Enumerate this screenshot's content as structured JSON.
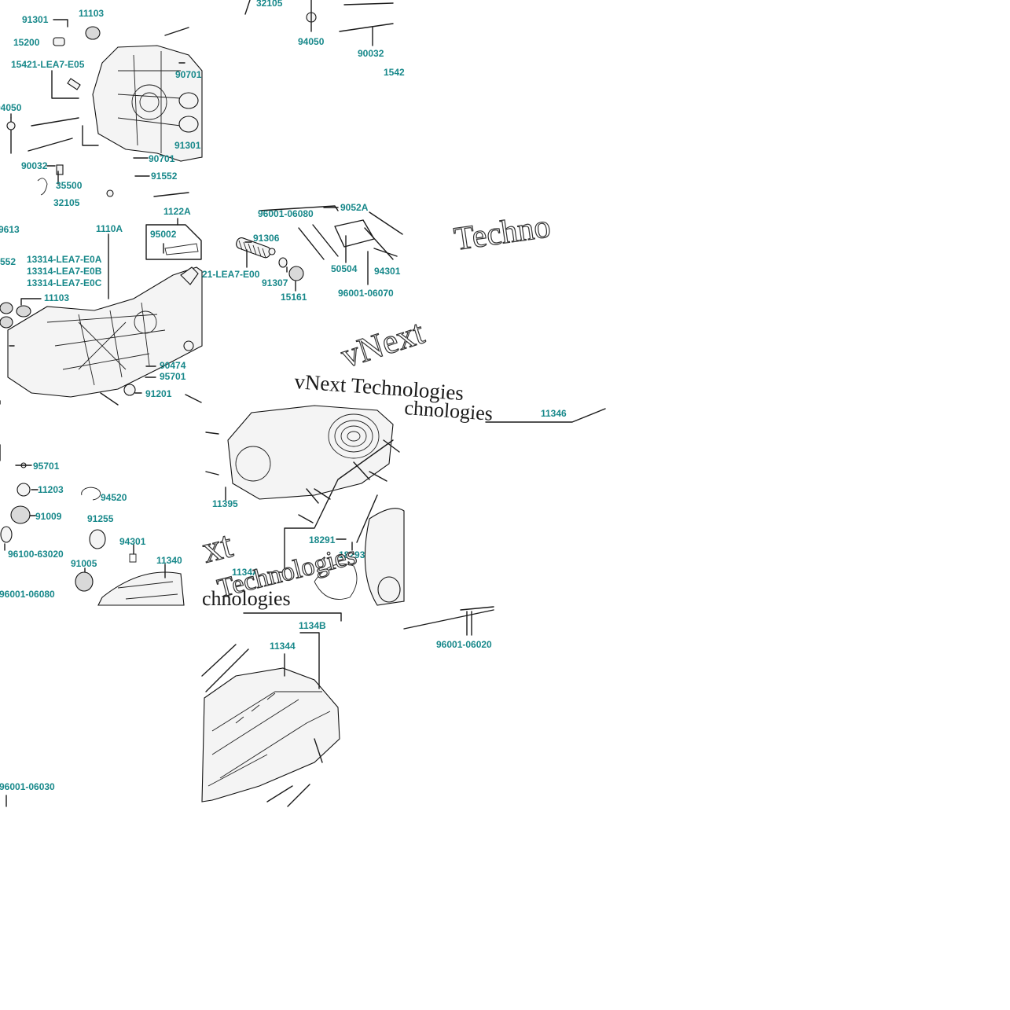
{
  "labels": {
    "t1": [
      "91301",
      "11103",
      "15200",
      "15421-LEA7-E05",
      "94050",
      "90032",
      "35500",
      "90701",
      "91301",
      "90701",
      "91552",
      "32105"
    ],
    "t2": [
      "32105",
      "94050",
      "90032",
      "1542"
    ],
    "t4": [
      "9613",
      "1110A",
      "1122A",
      "95002",
      "552",
      "13314-LEA7-E0A",
      "13314-LEA7-E0B",
      "13314-LEA7-E0C",
      "11103",
      "90474",
      "95701",
      "91201"
    ],
    "t5": [
      "96001-06080",
      "9052A",
      "91306",
      "21-LEA7-E00",
      "91307",
      "15161",
      "50504",
      "94301",
      "96001-06070"
    ],
    "t7": [
      "95701",
      "11203",
      "94520",
      "91009",
      "91255",
      "96100-63020",
      "94301",
      "91005",
      "11340",
      "96001-06080"
    ],
    "t8": [
      "11395",
      "18291",
      "18293",
      "1134A"
    ],
    "t9": [
      "11346"
    ],
    "t10": [
      "96001-06030"
    ],
    "t11": [
      "1134B",
      "11344"
    ],
    "t12": [
      "96001-06020"
    ]
  },
  "watermark": {
    "line1": "vNext Technologies",
    "fragment_a": "Techno",
    "fragment_b": "vNext",
    "fragment_c": "Technologies",
    "fragment_d": "xt",
    "fragment_e": "chnologies"
  }
}
